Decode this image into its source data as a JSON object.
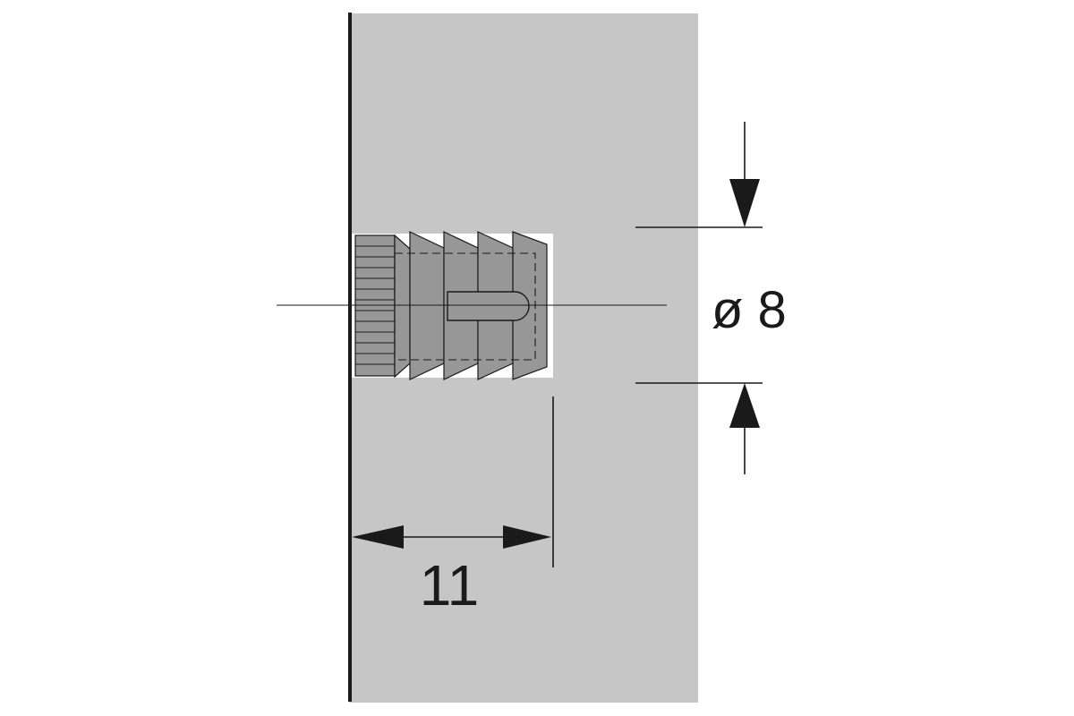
{
  "diagram": {
    "part": "threaded-insert-sleeve",
    "dimensions": {
      "diameter_label": "ø 8",
      "depth_label": "11"
    },
    "colors": {
      "panel": "#c6c6c6",
      "insert": "#979797",
      "line": "#1a1a1a",
      "background": "#ffffff"
    }
  }
}
